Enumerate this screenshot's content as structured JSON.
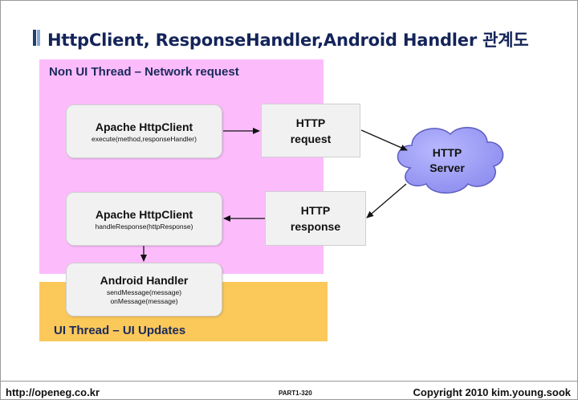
{
  "title": "HttpClient, ResponseHandler,Android Handler 관계도",
  "zones": {
    "non_ui": "Non UI Thread – Network request",
    "ui": "UI Thread – UI Updates"
  },
  "boxes": {
    "client_execute": {
      "name": "Apache HttpClient",
      "method": "execute(method,responseHandler)"
    },
    "client_handle": {
      "name": "Apache HttpClient",
      "method": "handleResponse(httpResponse)"
    },
    "android_handler": {
      "name": "Android Handler",
      "method1": "sendMessage(message)",
      "method2": "onMessage(message)"
    },
    "http_request": {
      "line1": "HTTP",
      "line2": "request"
    },
    "http_response": {
      "line1": "HTTP",
      "line2": "response"
    }
  },
  "server": {
    "line1": "HTTP",
    "line2": "Server"
  },
  "colors": {
    "non_ui_zone": "#fcbcfc",
    "ui_zone": "#fbc85a",
    "cloud_fill": "#9999ff",
    "title": "#14245a"
  },
  "footer": {
    "url": "http://openeg.co.kr",
    "page": "PART1-320",
    "copyright": "Copyright  2010 kim.young.sook"
  }
}
